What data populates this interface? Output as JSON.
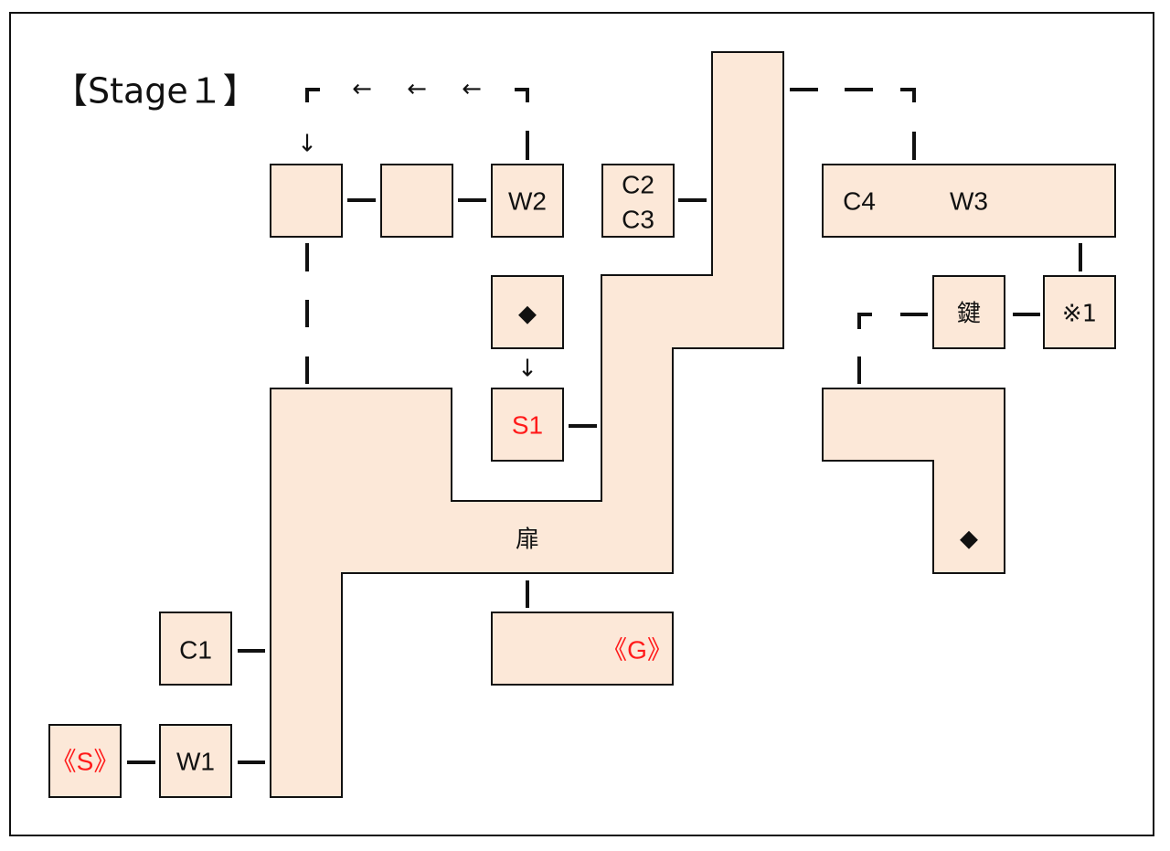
{
  "map": {
    "title": "【Stage１】",
    "colors": {
      "room_fill": "#fce8d8",
      "outline": "#111111",
      "highlight_text": "#ff1a1a"
    },
    "rooms": {
      "start": "《S》",
      "w1": "W1",
      "c1": "C1",
      "goal": "《G》",
      "door_hall": "扉",
      "s1": "S1",
      "diamond_room": "◆",
      "blank_a": "",
      "blank_b": "",
      "w2": "W2",
      "c2": "C2",
      "c3": "C3",
      "c4": "C4",
      "w3": "W3",
      "key": "鍵",
      "note1": "※1",
      "l_room_diamond": "◆"
    },
    "arrows": {
      "left": "←",
      "down": "↓"
    }
  }
}
